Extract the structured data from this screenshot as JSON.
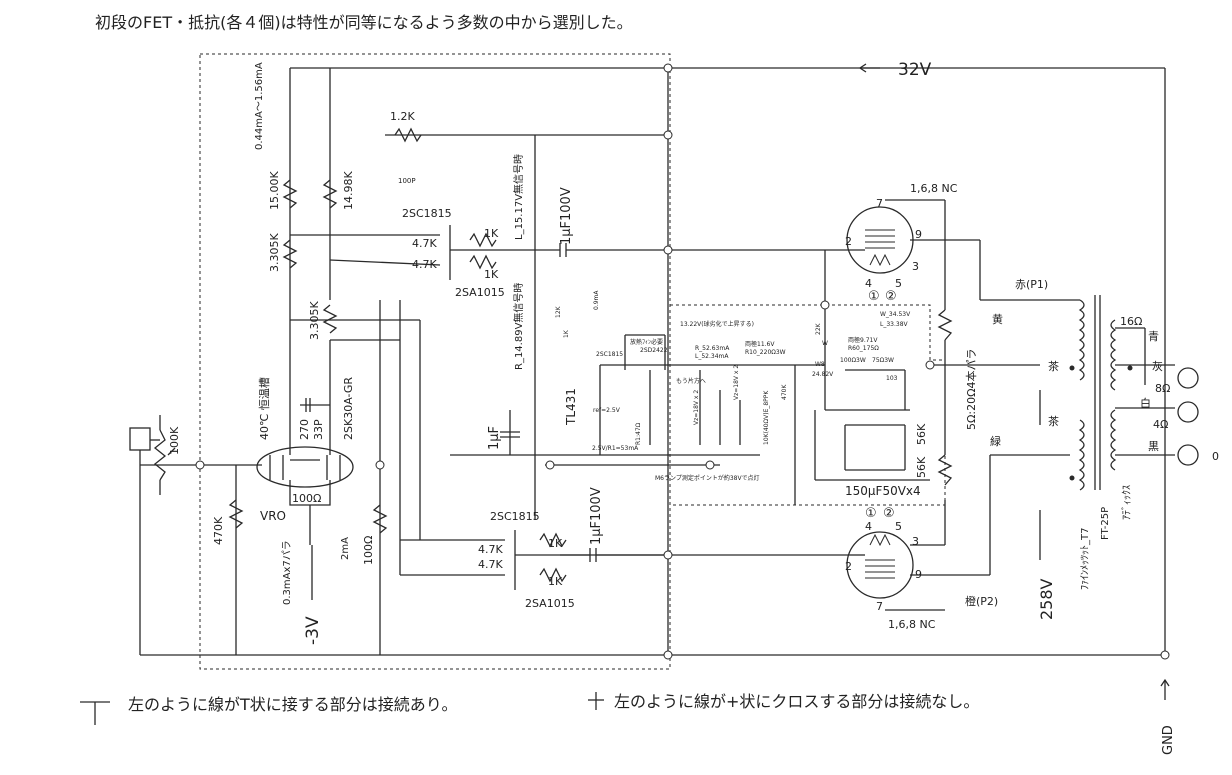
{
  "header_note": "初段のFET・抵抗(各４個)は特性が同等になるよう多数の中から選別した。",
  "supply": {
    "v32": "32V",
    "v258": "258V",
    "vm3": "-3V",
    "gnd": "GND"
  },
  "currents": {
    "i_top": "0.44mA～1.56mA",
    "i_vr": "0.3mAx7パラ",
    "i_2ma": "2mA"
  },
  "resistors": {
    "r_1k2": "1.2K",
    "c_100p": "100P",
    "r_15k": "15.00K",
    "r_14k98": "14.98K",
    "r_3305k_a": "3.305K",
    "r_3305k_b": "3.305K",
    "r_4k7_a": "4.7K",
    "r_4k7_b": "4.7K",
    "r_4k7_c": "4.7K",
    "r_4k7_d": "4.7K",
    "r_1k_a": "1K",
    "r_1k_b": "1K",
    "r_1k_c": "1K",
    "r_1k_d": "1K",
    "r_100k": "100K",
    "r_470k": "470K",
    "r_100_a": "100Ω",
    "r_100_b": "100Ω",
    "vro": "VRO",
    "r_270": "270",
    "c_33p": "33P",
    "r_56k_a": "56K",
    "r_56k_b": "56K",
    "r_5ohm": "5Ω:20Ω4本パラ"
  },
  "semis": {
    "q_2sc1815_a": "2SC1815",
    "q_2sa1015_a": "2SA1015",
    "q_2sc1815_b": "2SC1815",
    "q_2sa1015_b": "2SA1015",
    "fet": "2SK30A-GR",
    "tl431": "TL431",
    "oven": "40℃ 恒温槽"
  },
  "caps": {
    "c_out_a": "1μF100V",
    "c_out_b": "1μF100V",
    "c_1uf": "1μF",
    "c_bank": "150μF50Vx4",
    "sig_a": "L_15.17V無信号時",
    "sig_b": "R_14.89V無信号時"
  },
  "tubes": {
    "top_pins": "1,6,8  NC",
    "bottom_pins": "1,6,8  NC",
    "p7": "7",
    "p2": "2",
    "p9": "9",
    "p3": "3",
    "p4": "4",
    "p5": "5",
    "c1": "①",
    "c2": "②"
  },
  "transformer": {
    "red": "赤(P1)",
    "orange": "橙(P2)",
    "yellow": "黄",
    "brown": "茶",
    "brown2": "茶",
    "green": "緑",
    "model": "FT-25P",
    "maker": "ｱﾃﾞｨｯｸｽ",
    "product": "ﾌｧｲﾝﾒｯﾂｯﾄ_T7",
    "o16": "16Ω",
    "blue": "青",
    "gray": "灰",
    "o8": "8Ω",
    "white": "白",
    "o4": "4Ω",
    "black": "黒",
    "zero": "0"
  },
  "mini": {
    "m1": "13.22V(球劣化で上昇する)",
    "m2": "放熱ﾌｨﾝ必要",
    "m3": "2SC1815",
    "m4": "2SD2422",
    "m5": "R_52.63mA",
    "m6": "L_52.34mA",
    "m7": "両極11.6V",
    "m8": "R10_220Ω3W",
    "m9": "W_34.53V",
    "m10": "L_33.38V",
    "m11": "両極9.71V",
    "m12": "R60_175Ω",
    "m13": "100Ω3W",
    "m14": "75Ω3W",
    "m15": "24.82V",
    "m16": "103",
    "m17": "もう片方へ",
    "m18": "Vz=18V x 2",
    "m19": "Vz=18V x 2",
    "m20": "ref=2.5V",
    "m21": "2.5V/R1=53mA",
    "m22": "10K(40ΩV)E_8PPK",
    "m23": "470K",
    "m24": "22K",
    "m25": "12K",
    "m26": "0.9mA",
    "m27": "1K",
    "m28": "R1:47Ω",
    "m29": "W",
    "m30": "W8",
    "m31": "M6ランプ測定ポイントが約38Vで点灯"
  },
  "legend": {
    "text_t": "左のように線がT状に接する部分は接続あり。",
    "text_plus": "左のように線が+状にクロスする部分は接続なし。"
  }
}
